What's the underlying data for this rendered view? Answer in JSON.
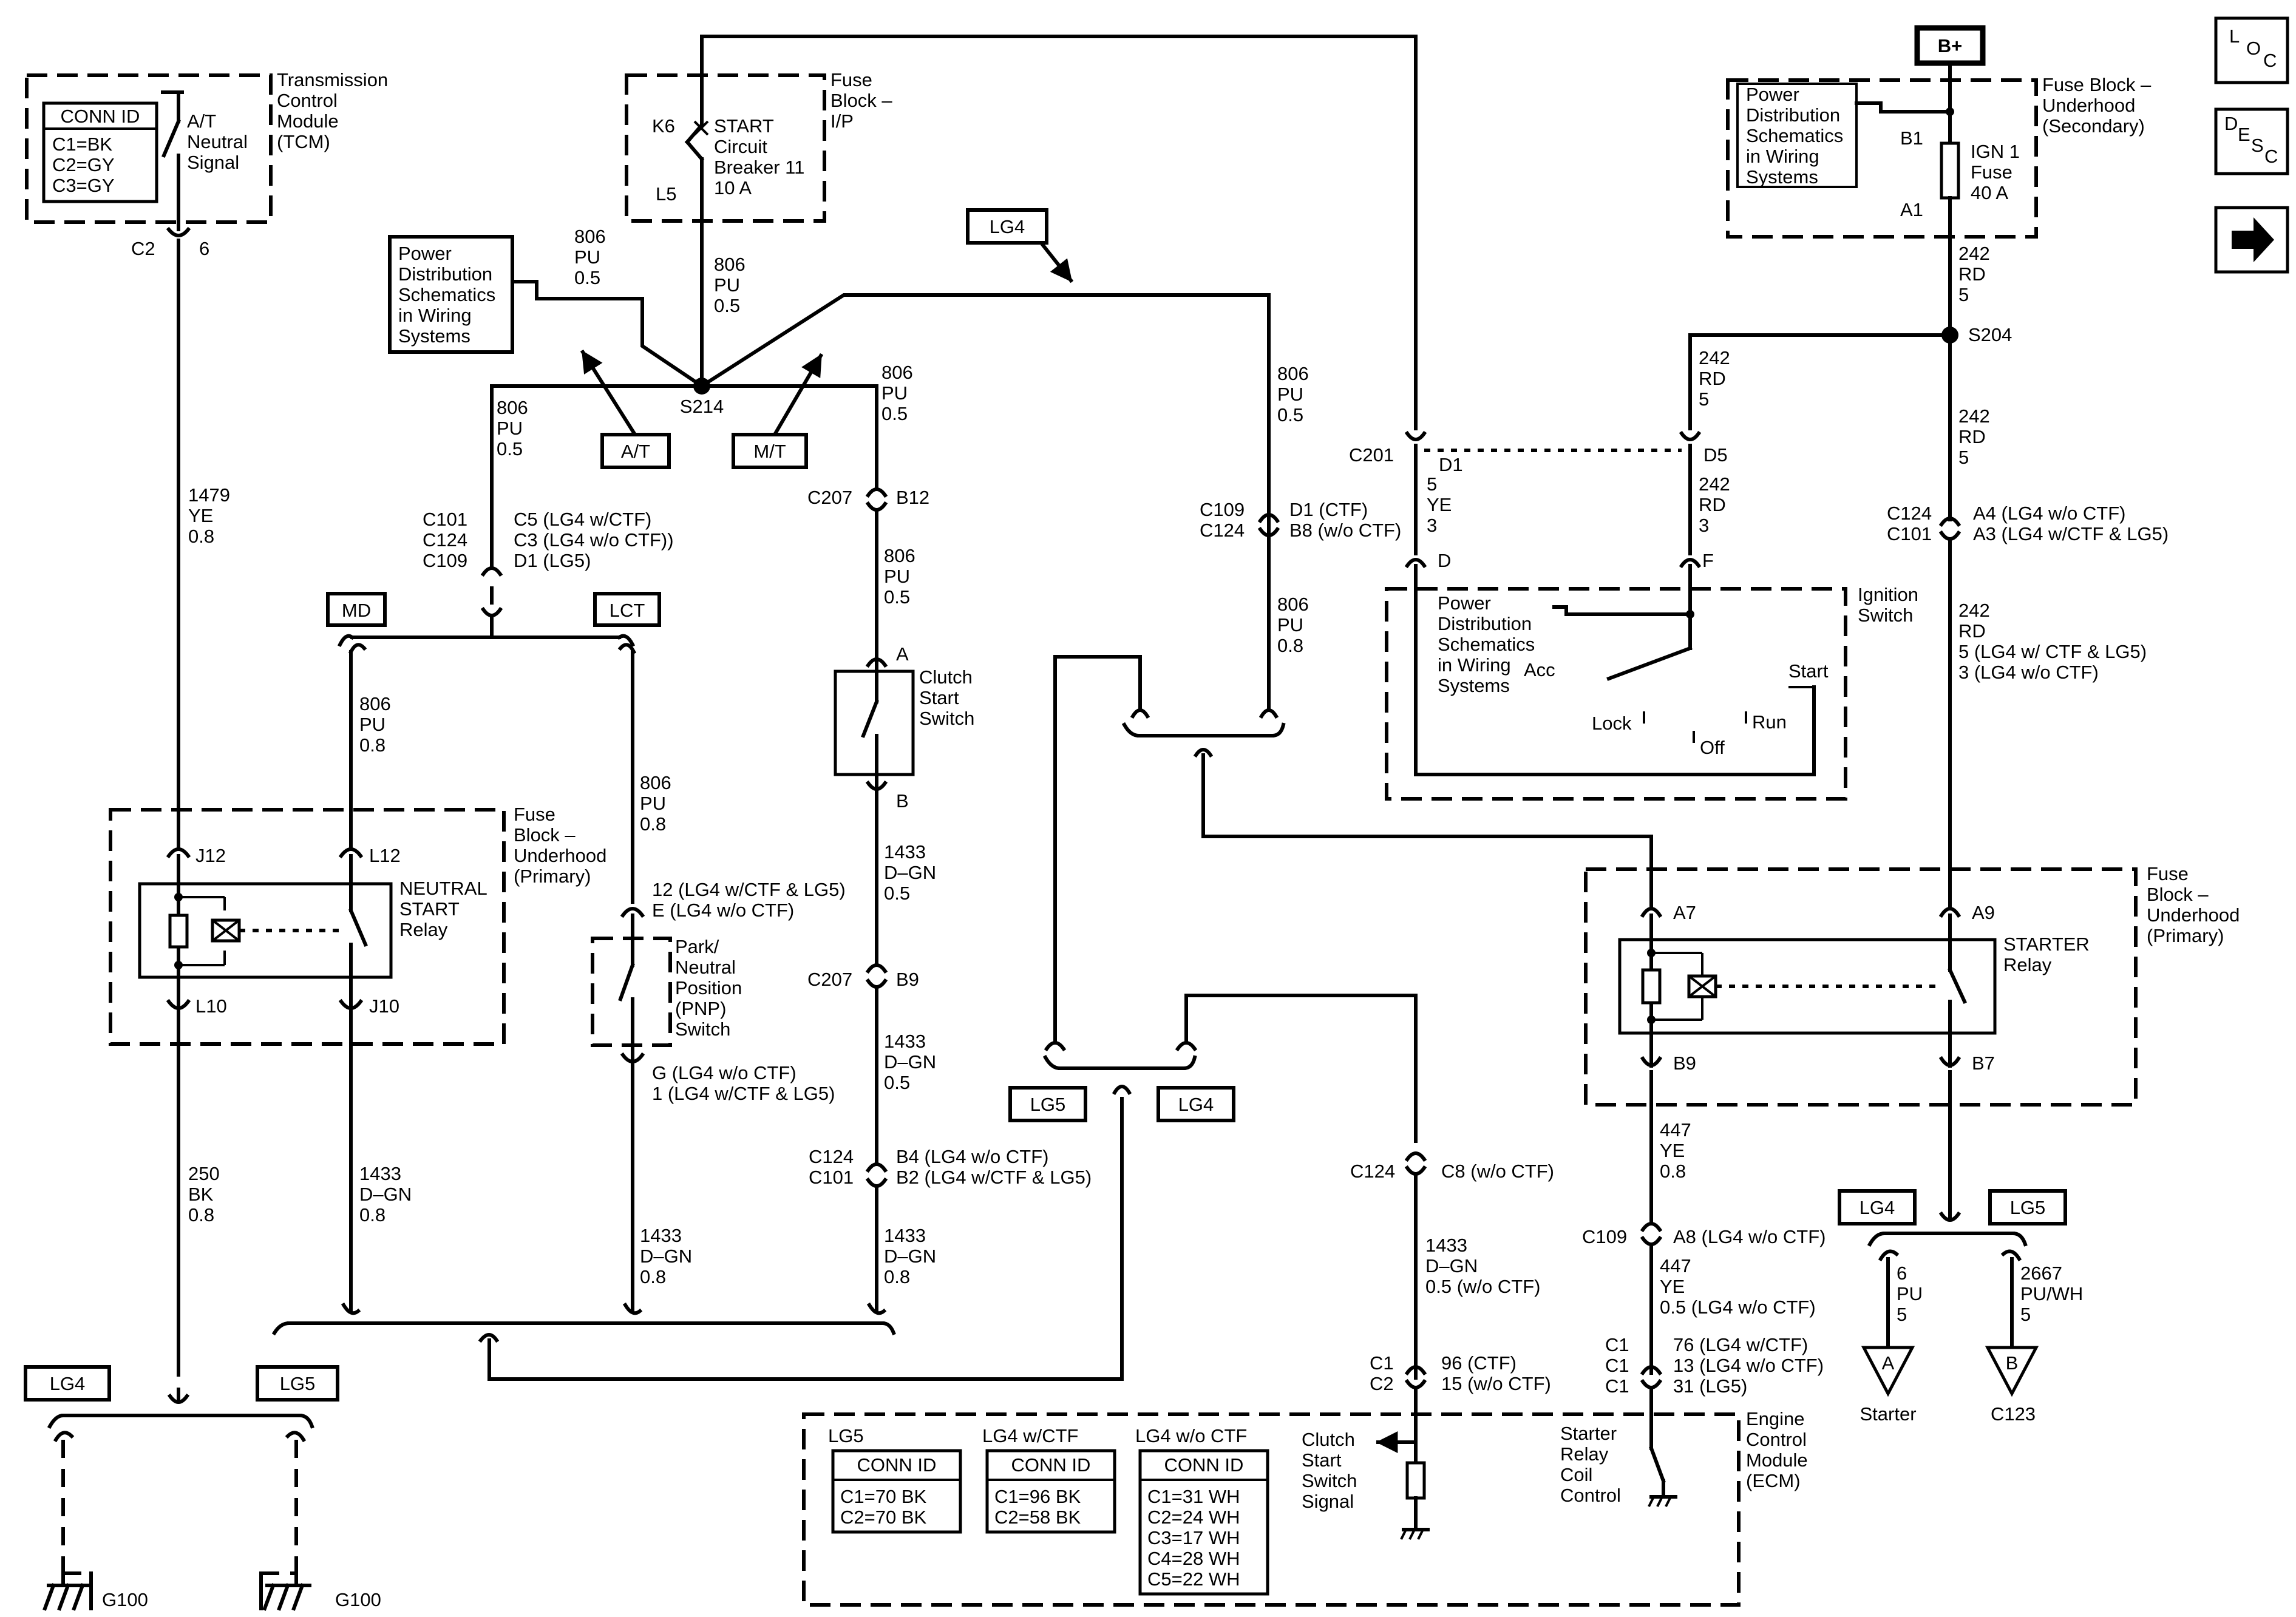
{
  "left": {
    "tcm": {
      "title": "Transmission\nControl\nModule\n(TCM)",
      "conn_id": "CONN ID",
      "conn_rows": [
        "C1=BK",
        "C2=GY",
        "C3=GY"
      ],
      "neutral": "A/T\nNeutral\nSignal",
      "c2": "C2",
      "pin6": "6"
    },
    "wire_1479": "1479\nYE\n0.8",
    "md": "MD",
    "lct": "LCT",
    "wire_806_pu_08": "806\nPU\n0.8",
    "fuse_block_primary": "Fuse\nBlock –\nUnderhood\n(Primary)",
    "j12": "J12",
    "l12": "L12",
    "l10": "L10",
    "j10": "J10",
    "nsr": "NEUTRAL\nSTART\nRelay",
    "wire_250": "250\nBK\n0.8",
    "wire_1433_l": "1433\nD–GN\n0.8",
    "lg4": "LG4",
    "lg5": "LG5",
    "g100a": "G100",
    "g100b": "G100"
  },
  "center": {
    "fuse_ip": "Fuse\nBlock –\nI/P",
    "k6": "K6",
    "l5": "L5",
    "breaker": "START\nCircuit\nBreaker 11\n10 A",
    "pds1": "Power\nDistribution\nSchematics\nin Wiring\nSystems",
    "w806a": "806\nPU\n0.5",
    "w806b": "806\nPU\n0.5",
    "s214": "S214",
    "w806c": "806\nPU\n0.5",
    "w806d": "806\nPU\n0.5",
    "at": "A/T",
    "mt": "M/T",
    "c_left_names": "C101\nC124\nC109",
    "c_left_pins": "C5 (LG4 w/CTF)\nC3 (LG4 w/o CTF))\nD1 (LG5)",
    "c207a": "C207",
    "b12": "B12",
    "w806e": "806\nPU\n0.5",
    "pin_a": "A",
    "clutch": "Clutch\nStart\nSwitch",
    "pin_b": "B",
    "w1433a": "1433\nD–GN\n0.5",
    "c207b": "C207",
    "b9": "B9",
    "w1433b": "1433\nD–GN\n0.5",
    "c124_101": "C124\nC101",
    "b4b2": "B4 (LG4 w/o CTF)\nB2 (LG4 w/CTF & LG5)",
    "w1433c": "1433\nD–GN\n0.8",
    "w1433d": "1433\nD–GN\n0.8",
    "w806f": "806\nPU\n0.8",
    "pin_12e": "12 (LG4 w/CTF & LG5)\nE (LG4 w/o CTF)",
    "pnp": "Park/\nNeutral\nPosition\n(PNP)\nSwitch",
    "pin_g1": "G (LG4 w/o CTF)\n1 (LG4 w/CTF & LG5)",
    "lg4_top": "LG4",
    "w806g": "806\nPU\n0.5",
    "c109_124": "C109\nC124",
    "d1b8": "D1 (CTF)\nB8 (w/o CTF)",
    "w806h": "806\nPU\n0.8",
    "lg5_mid": "LG5",
    "lg4_mid": "LG4"
  },
  "ecm": {
    "c124": "C124",
    "c8": "C8 (w/o CTF)",
    "w1433": "1433\nD–GN\n0.5 (w/o CTF)",
    "c1c2": "C1\nC2",
    "p96": "96 (CTF)\n15 (w/o CTF)",
    "title": "Engine\nControl\nModule\n(ECM)",
    "lg5": "LG5",
    "lg4ctf": "LG4 w/CTF",
    "lg4noctf": "LG4 w/o CTF",
    "conn_id": "CONN ID",
    "t1": [
      "C1=70 BK",
      "C2=70 BK"
    ],
    "t2": [
      "C1=96 BK",
      "C2=58 BK"
    ],
    "t3": [
      "C1=31 WH",
      "C2=24 WH",
      "C3=17 WH",
      "C4=28 WH",
      "C5=22 WH"
    ],
    "clutch_signal": "Clutch\nStart\nSwitch\nSignal",
    "starter_coil": "Starter\nRelay\nCoil\nControl"
  },
  "right": {
    "bplus": "B+",
    "fuse_secondary": "Fuse Block –\nUnderhood\n(Secondary)",
    "pds2": "Power\nDistribution\nSchematics\nin Wiring\nSystems",
    "b1": "B1",
    "a1": "A1",
    "ign": "IGN 1\nFuse\n40 A",
    "w242a": "242\nRD\n5",
    "s204": "S204",
    "w242b": "242\nRD\n5",
    "w242c": "242\nRD\n5",
    "c201": "C201",
    "d1": "D1",
    "d5": "D5",
    "w5ye": "5\nYE\n3",
    "w242d": "242\nRD\n3",
    "pin_d": "D",
    "pin_f": "F",
    "pds3": "Power\nDistribution\nSchematics\nin Wiring\nSystems",
    "ign_switch": "Ignition\nSwitch",
    "acc": "Acc",
    "start": "Start",
    "lock": "Lock",
    "run": "Run",
    "off": "Off",
    "c124_101": "C124\nC101",
    "a4a3": "A4 (LG4 w/o CTF)\nA3 (LG4 w/CTF & LG5)",
    "w242e": "242\nRD\n5 (LG4 w/ CTF & LG5)\n3 (LG4 w/o CTF)",
    "fuse_primary": "Fuse\nBlock –\nUnderhood\n(Primary)",
    "a7": "A7",
    "a9": "A9",
    "b9": "B9",
    "b7": "B7",
    "starter_relay": "STARTER\nRelay",
    "w447a": "447\nYE\n0.8",
    "c109": "C109",
    "a8": "A8 (LG4 w/o CTF)",
    "w447b": "447\nYE\n0.5 (LG4 w/o CTF)",
    "c1s": "C1\nC1\nC1",
    "p76": "76 (LG4 w/CTF)\n13 (LG4 w/o CTF)\n31 (LG5)",
    "lg4": "LG4",
    "lg5": "LG5",
    "w6pu": "6\nPU\n5",
    "w2667": "2667\nPU/WH\n5",
    "tri_a": "A",
    "tri_b": "B",
    "starter": "Starter",
    "c123": "C123"
  },
  "nav": {
    "loc": "LOC",
    "desc": "DESC"
  }
}
